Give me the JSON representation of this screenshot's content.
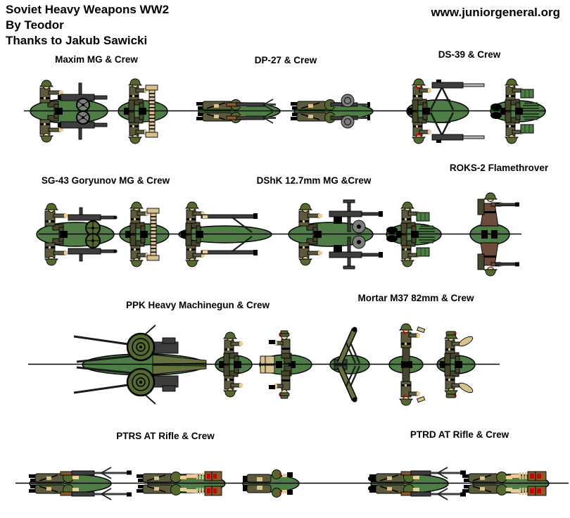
{
  "header": {
    "title_lines": [
      "Soviet Heavy Weapons WW2",
      "By Teodor",
      "Thanks to Jakub Sawicki"
    ],
    "website": "www.juniorgeneral.org"
  },
  "sections": [
    {
      "id": "maxim",
      "label": "Maxim MG & Crew"
    },
    {
      "id": "dp27",
      "label": "DP-27 & Crew"
    },
    {
      "id": "ds39",
      "label": "DS-39 & Crew"
    },
    {
      "id": "sg43",
      "label": "SG-43 Goryunov MG & Crew"
    },
    {
      "id": "dshk",
      "label": "DShK 12.7mm MG &Crew"
    },
    {
      "id": "roks2",
      "label": "ROKS-2 Flamethrover"
    },
    {
      "id": "ppk",
      "label": "PPK Heavy Machinegun & Crew"
    },
    {
      "id": "mortar",
      "label": "Mortar M37 82mm & Crew"
    },
    {
      "id": "ptrs",
      "label": "PTRS AT Rifle & Crew"
    },
    {
      "id": "ptrd",
      "label": "PTRD AT Rifle & Crew"
    }
  ],
  "colors": {
    "base_green": "#4e7d45",
    "uniform": "#5b5a3d",
    "uniform_dark": "#47462e",
    "helmet": "#55682f",
    "skin": "#eecb94",
    "gunmetal": "#3d3d3d",
    "silver": "#b5b5b5",
    "wheel_gray": "#7d7d7d",
    "stock_brown": "#8a5a2c",
    "coat_brown": "#6e4b3a",
    "tan": "#d9c08f",
    "red": "#cc0000",
    "gun_olive": "#66713f"
  }
}
